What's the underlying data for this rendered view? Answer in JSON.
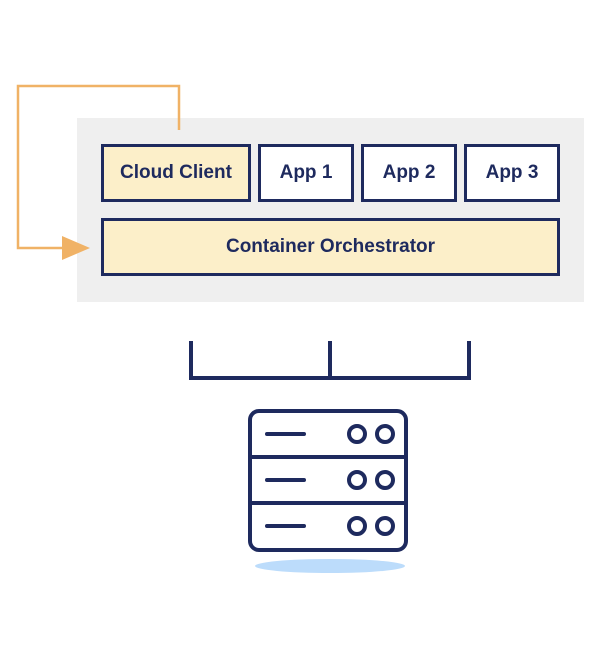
{
  "diagram": {
    "nodes": {
      "cloud_client": "Cloud Client",
      "app_1": "App 1",
      "app_2": "App 2",
      "app_3": "App 3",
      "orchestrator": "Container Orchestrator"
    },
    "edges": [
      {
        "from": "cloud_client",
        "to": "orchestrator",
        "style": "orange-loop-arrow"
      },
      {
        "from": "orchestrator",
        "to": "server",
        "style": "bracket-connector"
      }
    ],
    "colors": {
      "navy": "#1e2a5e",
      "highlight_fill": "#fcefc9",
      "cluster_bg": "#efefef",
      "arrow": "#f0b266",
      "shadow": "#bcdcfb"
    },
    "icons": {
      "server": "server-rack-icon"
    }
  }
}
